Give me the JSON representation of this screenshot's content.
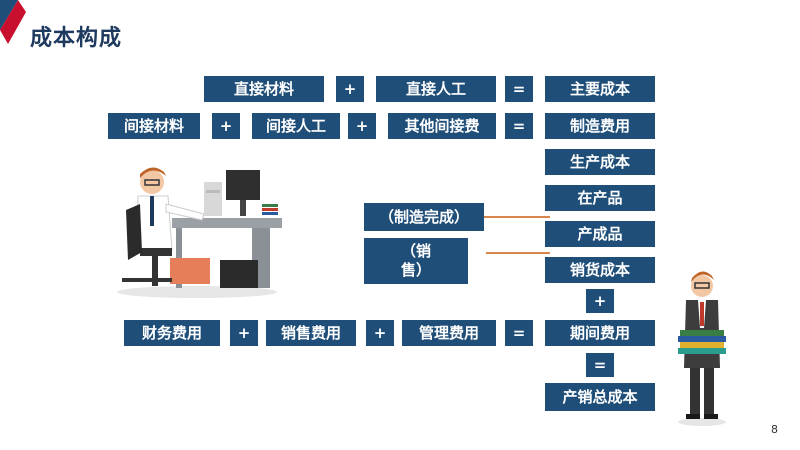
{
  "title": "成本构成",
  "page_number": "8",
  "rows": {
    "r1": {
      "a": "直接材料",
      "op1": "+",
      "b": "直接人工",
      "eq": "=",
      "result": "主要成本"
    },
    "r2": {
      "a": "间接材料",
      "op1": "+",
      "b": "间接人工",
      "op2": "+",
      "c": "其他间接费",
      "eq": "=",
      "result": "制造费用"
    },
    "r3": {
      "result": "生产成本"
    },
    "r4": {
      "result": "在产品"
    },
    "r5": {
      "result": "产成品"
    },
    "r6": {
      "result": "销货成本"
    },
    "r7": {
      "op": "+"
    },
    "r8": {
      "a": "财务费用",
      "op1": "+",
      "b": "销售费用",
      "op2": "+",
      "c": "管理费用",
      "eq": "=",
      "result": "期间费用"
    },
    "r9": {
      "op": "="
    },
    "r10": {
      "result": "产销总成本"
    }
  },
  "side_labels": {
    "manufacture": "（制造完成）",
    "sell": "（销售）"
  },
  "colors": {
    "box": "#1f4e79",
    "connector": "#d9864a",
    "title": "#1f3a5f"
  }
}
